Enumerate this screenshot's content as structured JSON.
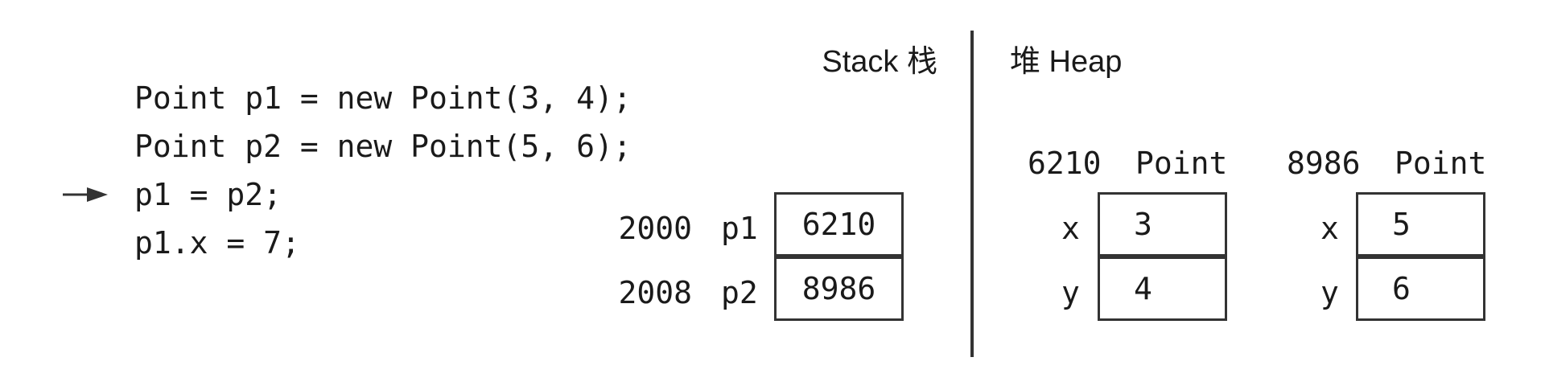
{
  "code": {
    "lines": [
      "Point p1 = new Point(3, 4);",
      "Point p2 = new Point(5, 6);",
      "p1 = p2;",
      "p1.x = 7;"
    ],
    "current_line_index": 2
  },
  "stack": {
    "title": "Stack 栈",
    "entries": [
      {
        "address": "2000",
        "name": "p1",
        "value": "6210"
      },
      {
        "address": "2008",
        "name": "p2",
        "value": "8986"
      }
    ]
  },
  "heap": {
    "title": "堆 Heap",
    "objects": [
      {
        "address": "6210",
        "type": "Point",
        "fields": [
          {
            "name": "x",
            "value": "3"
          },
          {
            "name": "y",
            "value": "4"
          }
        ]
      },
      {
        "address": "8986",
        "type": "Point",
        "fields": [
          {
            "name": "x",
            "value": "5"
          },
          {
            "name": "y",
            "value": "6"
          }
        ]
      }
    ]
  },
  "icons": {
    "current_line_marker": "right-arrow-icon"
  },
  "colors": {
    "line": "#333333",
    "text": "#1a1a1a"
  }
}
